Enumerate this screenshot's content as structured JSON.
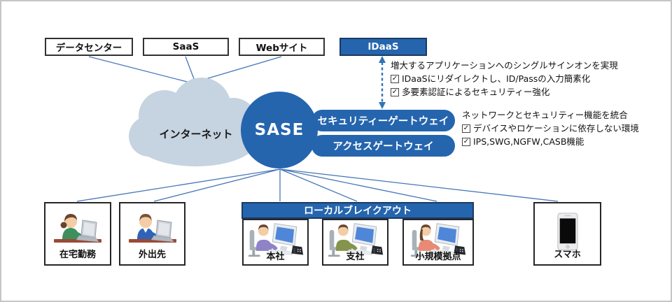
{
  "colors": {
    "primary_blue": "#2565ae",
    "cloud_blue": "#c6d3e0",
    "line_blue": "#4576b8",
    "arrow_blue": "#2e74b5"
  },
  "top_nodes": [
    {
      "id": "datacenter",
      "label": "データセンター"
    },
    {
      "id": "saas",
      "label": "SaaS"
    },
    {
      "id": "website",
      "label": "Webサイト"
    },
    {
      "id": "idaas",
      "label": "IDaaS"
    }
  ],
  "cloud": {
    "label": "インターネット"
  },
  "sase": {
    "label": "SASE"
  },
  "gateways": [
    {
      "label": "セキュリティーゲートウェイ"
    },
    {
      "label": "アクセスゲートウェイ"
    }
  ],
  "idaas_annotation": {
    "heading": "増大するアプリケーションへのシングルサインオンを実現",
    "items": [
      "IDaaSにリダイレクトし、ID/Passの入力簡素化",
      "多要素認証によるセキュリティー強化"
    ]
  },
  "sase_annotation": {
    "heading": "ネットワークとセキュリティー機能を統合",
    "items": [
      "デバイスやロケーションに依存しない環境",
      "IPS,SWG,NGFW,CASB機能"
    ]
  },
  "local_breakout": {
    "label": "ローカルブレイクアウト"
  },
  "bottom_nodes": [
    {
      "id": "home-work",
      "label": "在宅勤務"
    },
    {
      "id": "on-the-go",
      "label": "外出先"
    },
    {
      "id": "headquarters",
      "label": "本社"
    },
    {
      "id": "branch-office",
      "label": "支社"
    },
    {
      "id": "small-site",
      "label": "小規模拠点"
    },
    {
      "id": "smartphone",
      "label": "スマホ"
    }
  ],
  "icons": {
    "checkmark": "✓"
  }
}
